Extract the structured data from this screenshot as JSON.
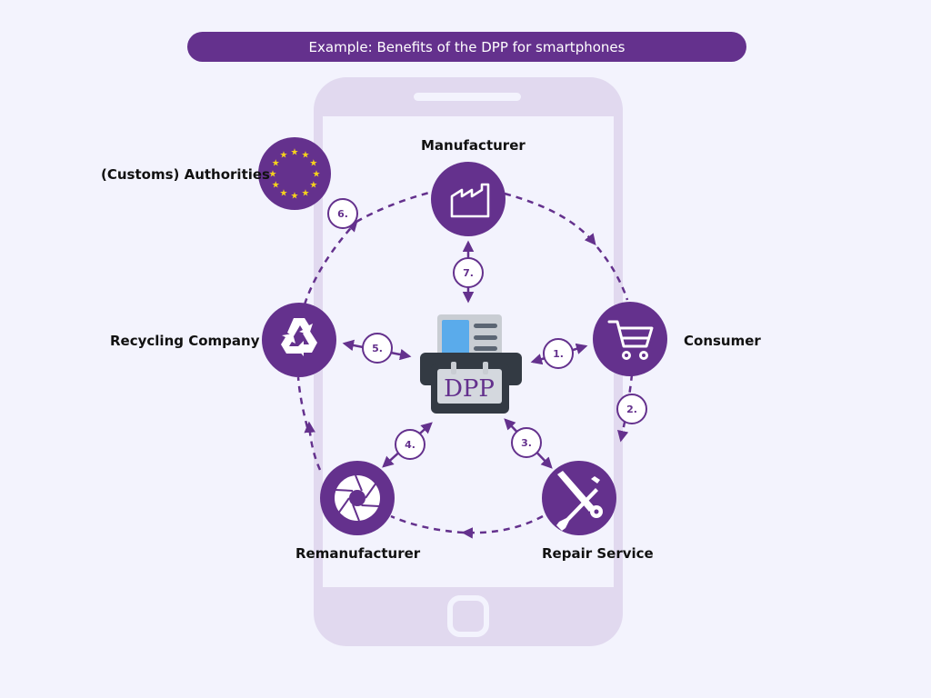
{
  "title": "Example: Benefits of the DPP for smartphones",
  "center": {
    "label": "DPP"
  },
  "nodes": {
    "manufacturer": "Manufacturer",
    "consumer": "Consumer",
    "repair_service": "Repair Service",
    "remanufacturer": "Remanufacturer",
    "recycling_company": "Recycling Company",
    "authorities": "(Customs) Authorities"
  },
  "steps": [
    "1.",
    "2.",
    "3.",
    "4.",
    "5.",
    "6.",
    "7."
  ],
  "colors": {
    "accent": "#64318d",
    "phone_body": "#e1d9ef",
    "background": "#f3f3fd",
    "eu_star": "#f5d21c"
  },
  "icons": {
    "manufacturer": "factory-icon",
    "consumer": "shopping-cart-icon",
    "repair_service": "wrench-screwdriver-icon",
    "remanufacturer": "aperture-icon",
    "recycling_company": "recycle-icon",
    "authorities": "eu-flag-icon",
    "center": "dpp-scanner-icon"
  }
}
